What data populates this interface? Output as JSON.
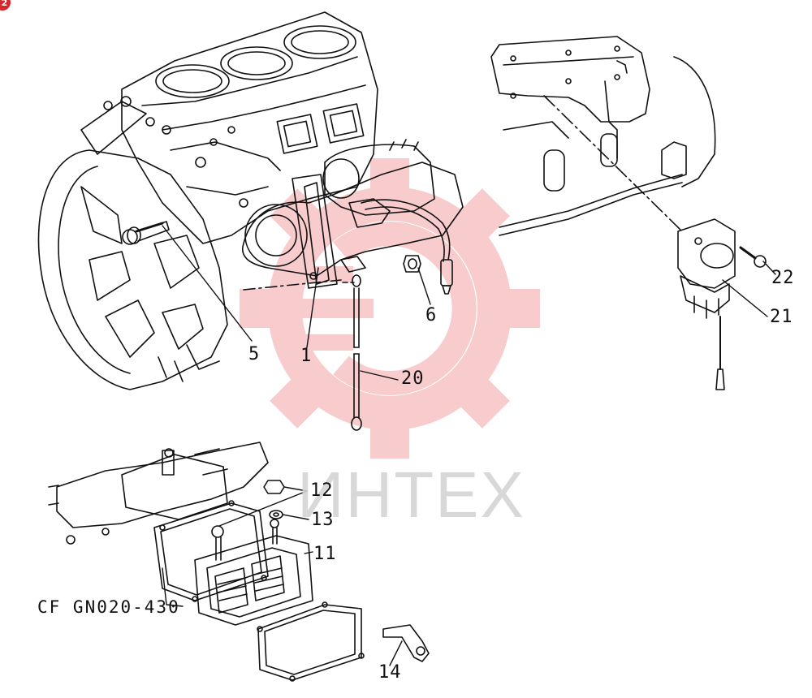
{
  "badge": "2",
  "watermark": {
    "text": "ИНТЕХ",
    "color": "#f3a9ad"
  },
  "reference_code": "CF GN020-430",
  "callouts": [
    {
      "id": "c1",
      "label": "1"
    },
    {
      "id": "c5",
      "label": "5"
    },
    {
      "id": "c6",
      "label": "6"
    },
    {
      "id": "c20",
      "label": "20"
    },
    {
      "id": "c21",
      "label": "21"
    },
    {
      "id": "c22",
      "label": "22"
    },
    {
      "id": "c12",
      "label": "12"
    },
    {
      "id": "c13",
      "label": "13"
    },
    {
      "id": "c11",
      "label": "11"
    },
    {
      "id": "c14",
      "label": "14"
    }
  ],
  "colors": {
    "ink": "#111111",
    "watermark_gear": "#f3a9ad",
    "badge": "#d9262b"
  }
}
